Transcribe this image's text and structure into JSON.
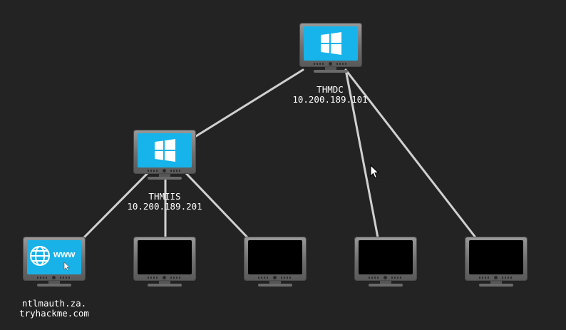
{
  "background_color": "#232323",
  "link_color": "#d0d0d0",
  "screen_color_windows": "#16b4ea",
  "nodes": {
    "thmdc": {
      "hostname": "THMDC",
      "ip": "10.200.189.101",
      "icon": "windows-logo-icon"
    },
    "thmiis": {
      "hostname": "THMIIS",
      "ip": "10.200.189.201",
      "icon": "windows-logo-icon"
    },
    "web": {
      "hostname_line1": "ntlmauth.za.",
      "hostname_line2": "tryhackme.com",
      "icon": "globe-www-icon",
      "www_text": "www"
    },
    "blank_hosts": [
      "unlabeled-host-1",
      "unlabeled-host-2",
      "unlabeled-host-3",
      "unlabeled-host-4"
    ]
  }
}
